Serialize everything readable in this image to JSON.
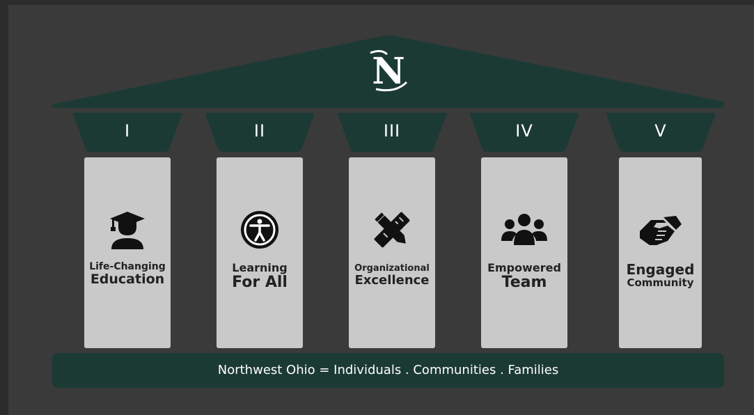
{
  "pillars": [
    {
      "numeral": "I",
      "label_line1": "Life-Changing",
      "label_line2": "Education",
      "icon": "graduate-icon"
    },
    {
      "numeral": "II",
      "label_line1": "Learning",
      "label_line2": "For All",
      "icon": "accessibility-icon"
    },
    {
      "numeral": "III",
      "label_line1": "Organizational",
      "label_line2": "Excellence",
      "icon": "pencil-ruler-icon"
    },
    {
      "numeral": "IV",
      "label_line1": "Empowered",
      "label_line2": "Team",
      "icon": "team-icon"
    },
    {
      "numeral": "V",
      "label_line1": "Engaged",
      "label_line2": "Community",
      "icon": "handshake-icon"
    }
  ],
  "base_text": "Northwest Ohio = Individuals . Communities . Families",
  "colors": {
    "primary": "#1c3a34",
    "column": "#c9c9c9",
    "background": "#ffffff"
  }
}
